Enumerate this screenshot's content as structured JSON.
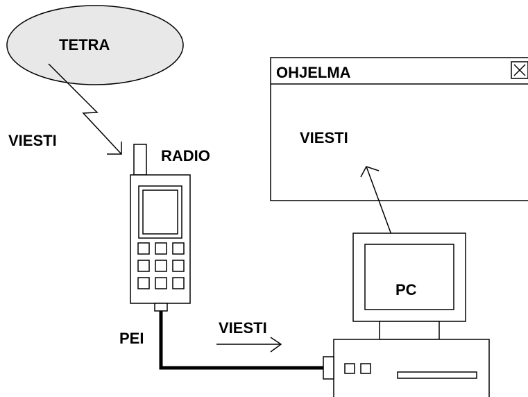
{
  "labels": {
    "tetra": "TETRA",
    "viesti_left": "VIESTI",
    "radio": "RADIO",
    "pei": "PEI",
    "viesti_cable": "VIESTI",
    "pc": "PC"
  },
  "window": {
    "title": "OHJELMA",
    "message": "VIESTI",
    "close_icon": "close-icon"
  },
  "colors": {
    "stroke": "#000000",
    "ellipse_fill": "#e8e8e8",
    "background": "#ffffff"
  }
}
